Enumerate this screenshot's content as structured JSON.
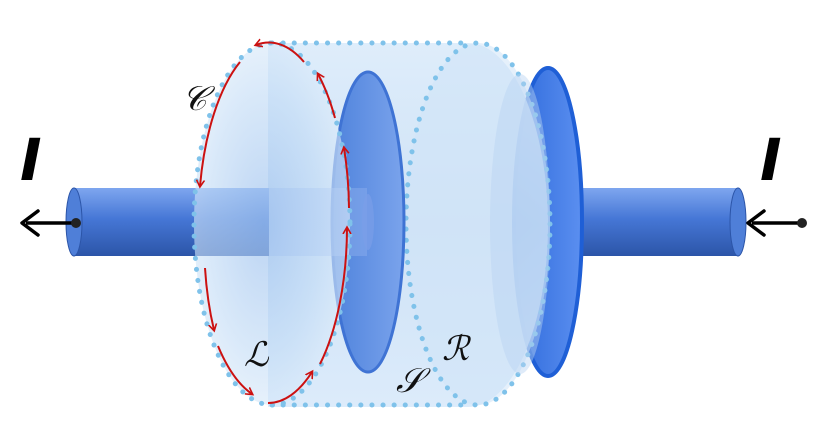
{
  "labels": {
    "curve": "𝒞",
    "left_surface": "ℒ",
    "right_surface": "ℛ",
    "side_surface": "𝒮",
    "current_left": "I",
    "current_right": "I"
  },
  "colors": {
    "wire": "#3f6fd0",
    "wire_dark": "#2c55a8",
    "wire_light": "#6e96e6",
    "plate_left": "#5b8fe3",
    "plate_right": "#2f6fdc",
    "surface_fill": "#c4dcf6",
    "surface_dots": "#7fc2ea",
    "loop_arrows": "#cc1111",
    "current_arrows": "#000000"
  },
  "icons": {
    "left_arrow": "arrow-left-icon",
    "right_arrow": "arrow-left-icon"
  }
}
